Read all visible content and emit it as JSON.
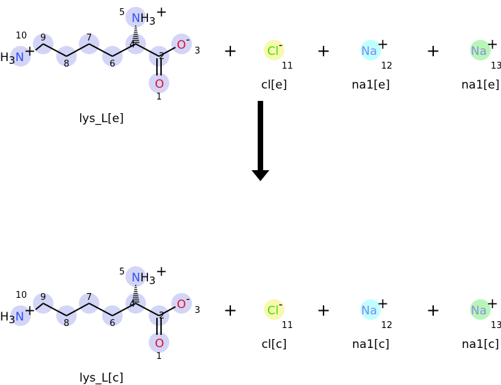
{
  "reactants": {
    "lys": {
      "name": "lys_L[e]",
      "idx": [
        "1",
        "2",
        "3",
        "4",
        "5",
        "6",
        "7",
        "8",
        "9",
        "10"
      ],
      "O": "O",
      "N": "N",
      "H": "H",
      "h3": "3",
      "pos": "+",
      "neg": "-"
    },
    "cl": {
      "name": "cl[e]",
      "symbol": "Cl",
      "idx": "11",
      "charge": "-",
      "color": "#f8f8b0",
      "text_color": "#40e000"
    },
    "na1": {
      "name": "na1[e]",
      "symbol": "Na",
      "idx": "12",
      "charge": "+",
      "color": "#c0ffff",
      "text_color": "#7b88f0"
    },
    "na2": {
      "name": "na1[e]",
      "symbol": "Na",
      "idx": "13",
      "charge": "+",
      "color": "#b8f5b8",
      "text_color": "#8a90d8"
    }
  },
  "products": {
    "lys": {
      "name": "lys_L[c]",
      "idx": [
        "1",
        "2",
        "3",
        "4",
        "5",
        "6",
        "7",
        "8",
        "9",
        "10"
      ],
      "O": "O",
      "N": "N",
      "H": "H",
      "h3": "3",
      "pos": "+",
      "neg": "-"
    },
    "cl": {
      "name": "cl[c]",
      "symbol": "Cl",
      "idx": "11",
      "charge": "-"
    },
    "na1": {
      "name": "na1[c]",
      "symbol": "Na",
      "idx": "12",
      "charge": "+"
    },
    "na2": {
      "name": "na1[c]",
      "symbol": "Na",
      "idx": "13",
      "charge": "+"
    }
  },
  "operators": {
    "plus": "+"
  }
}
